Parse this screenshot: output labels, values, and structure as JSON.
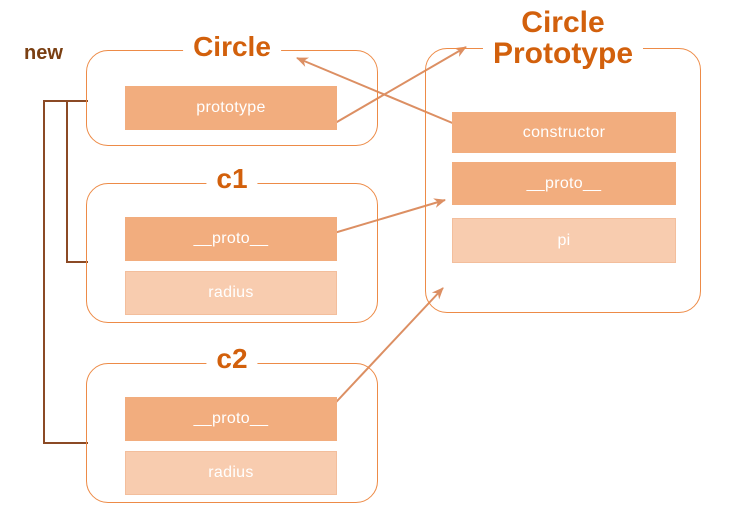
{
  "diagram": {
    "title_color": "#D2600C",
    "edge_color": "#ED8B47",
    "row_dark_color": "#F2AD7E",
    "row_light_color": "#F8CCAF",
    "arrow_color": "#DC8F63",
    "bracket_color": "#8B4A25",
    "new_label": "new",
    "boxes": [
      {
        "id": "circle",
        "title": "Circle",
        "rows": [
          {
            "label": "prototype",
            "tone": "dark"
          }
        ]
      },
      {
        "id": "circle-prototype",
        "title_line1": "Circle",
        "title_line2": "Prototype",
        "rows": [
          {
            "label": "constructor",
            "tone": "dark"
          },
          {
            "label": "__proto__",
            "tone": "dark"
          },
          {
            "label": "pi",
            "tone": "light"
          }
        ]
      },
      {
        "id": "c1",
        "title": "c1",
        "rows": [
          {
            "label": "__proto__",
            "tone": "dark"
          },
          {
            "label": "radius",
            "tone": "light"
          }
        ]
      },
      {
        "id": "c2",
        "title": "c2",
        "rows": [
          {
            "label": "__proto__",
            "tone": "dark"
          },
          {
            "label": "radius",
            "tone": "light"
          }
        ]
      }
    ]
  }
}
